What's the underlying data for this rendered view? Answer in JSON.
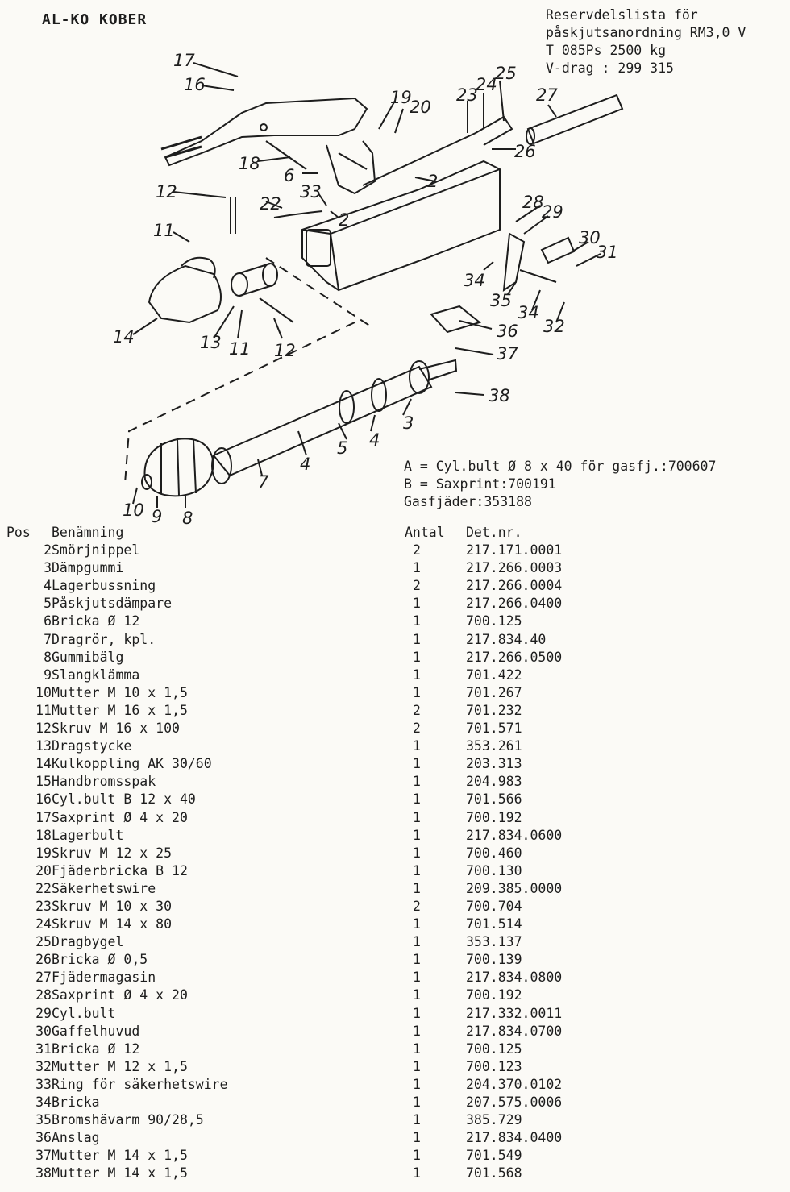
{
  "header": {
    "brand": "AL-KO KOBER",
    "lines": [
      "Reservdelslista för",
      "påskjutsanordning RM3,0 V",
      "T 085Ps  2500 kg",
      "V-drag : 299 315"
    ]
  },
  "callouts": [
    "A = Cyl.bult Ø 8 x 40 för gasfj.:700607",
    "B = Saxprint:700191",
    "Gasfjäder:353188"
  ],
  "diagram": {
    "labels": [
      "17",
      "16",
      "19",
      "20",
      "23",
      "24",
      "25",
      "27",
      "18",
      "6",
      "33",
      "2",
      "26",
      "12",
      "22",
      "2",
      "28",
      "29",
      "11",
      "30",
      "31",
      "34",
      "35",
      "34",
      "32",
      "14",
      "13",
      "11",
      "12",
      "36",
      "37",
      "3",
      "38",
      "4",
      "5",
      "4",
      "7",
      "10",
      "9",
      "8"
    ]
  },
  "table": {
    "headers": {
      "pos": "Pos",
      "name": "Benämning",
      "qty": "Antal",
      "det": "Det.nr."
    },
    "rows": [
      {
        "pos": "2",
        "name": "Smörjnippel",
        "qty": "2",
        "det": "217.171.0001"
      },
      {
        "pos": "3",
        "name": "Dämpgummi",
        "qty": "1",
        "det": "217.266.0003"
      },
      {
        "pos": "4",
        "name": "Lagerbussning",
        "qty": "2",
        "det": "217.266.0004"
      },
      {
        "pos": "5",
        "name": "Påskjutsdämpare",
        "qty": "1",
        "det": "217.266.0400"
      },
      {
        "pos": "6",
        "name": "Bricka Ø 12",
        "qty": "1",
        "det": "700.125"
      },
      {
        "pos": "7",
        "name": "Dragrör, kpl.",
        "qty": "1",
        "det": "217.834.40"
      },
      {
        "pos": "8",
        "name": "Gummibälg",
        "qty": "1",
        "det": "217.266.0500"
      },
      {
        "pos": "9",
        "name": "Slangklämma",
        "qty": "1",
        "det": "701.422"
      },
      {
        "pos": "10",
        "name": "Mutter M 10 x 1,5",
        "qty": "1",
        "det": "701.267"
      },
      {
        "pos": "11",
        "name": "Mutter M 16 x 1,5",
        "qty": "2",
        "det": "701.232"
      },
      {
        "pos": "12",
        "name": "Skruv M 16 x 100",
        "qty": "2",
        "det": "701.571"
      },
      {
        "pos": "13",
        "name": "Dragstycke",
        "qty": "1",
        "det": "353.261"
      },
      {
        "pos": "14",
        "name": "Kulkoppling AK 30/60",
        "qty": "1",
        "det": "203.313"
      },
      {
        "pos": "15",
        "name": "Handbromsspak",
        "qty": "1",
        "det": "204.983"
      },
      {
        "pos": "16",
        "name": "Cyl.bult B 12 x 40",
        "qty": "1",
        "det": "701.566"
      },
      {
        "pos": "17",
        "name": "Saxprint Ø 4 x 20",
        "qty": "1",
        "det": "700.192"
      },
      {
        "pos": "18",
        "name": "Lagerbult",
        "qty": "1",
        "det": "217.834.0600"
      },
      {
        "pos": "19",
        "name": "Skruv M 12 x 25",
        "qty": "1",
        "det": "700.460"
      },
      {
        "pos": "20",
        "name": "Fjäderbricka B 12",
        "qty": "1",
        "det": "700.130"
      },
      {
        "pos": "22",
        "name": "Säkerhetswire",
        "qty": "1",
        "det": "209.385.0000"
      },
      {
        "pos": "23",
        "name": "Skruv M 10 x 30",
        "qty": "2",
        "det": "700.704"
      },
      {
        "pos": "24",
        "name": "Skruv M 14 x 80",
        "qty": "1",
        "det": "701.514"
      },
      {
        "pos": "25",
        "name": "Dragbygel",
        "qty": "1",
        "det": "353.137"
      },
      {
        "pos": "26",
        "name": "Bricka Ø 0,5",
        "qty": "1",
        "det": "700.139"
      },
      {
        "pos": "27",
        "name": "Fjädermagasin",
        "qty": "1",
        "det": "217.834.0800"
      },
      {
        "pos": "28",
        "name": "Saxprint Ø 4 x 20",
        "qty": "1",
        "det": "700.192"
      },
      {
        "pos": "29",
        "name": "Cyl.bult",
        "qty": "1",
        "det": "217.332.0011"
      },
      {
        "pos": "30",
        "name": "Gaffelhuvud",
        "qty": "1",
        "det": "217.834.0700"
      },
      {
        "pos": "31",
        "name": "Bricka Ø 12",
        "qty": "1",
        "det": "700.125"
      },
      {
        "pos": "32",
        "name": "Mutter M 12 x 1,5",
        "qty": "1",
        "det": "700.123"
      },
      {
        "pos": "33",
        "name": "Ring för säkerhetswire",
        "qty": "1",
        "det": "204.370.0102"
      },
      {
        "pos": "34",
        "name": "Bricka",
        "qty": "1",
        "det": "207.575.0006"
      },
      {
        "pos": "35",
        "name": "Bromshävarm 90/28,5",
        "qty": "1",
        "det": "385.729"
      },
      {
        "pos": "36",
        "name": "Anslag",
        "qty": "1",
        "det": "217.834.0400"
      },
      {
        "pos": "37",
        "name": "Mutter M 14 x 1,5",
        "qty": "1",
        "det": "701.549"
      },
      {
        "pos": "38",
        "name": "Mutter M 14 x 1,5",
        "qty": "1",
        "det": "701.568"
      }
    ]
  }
}
